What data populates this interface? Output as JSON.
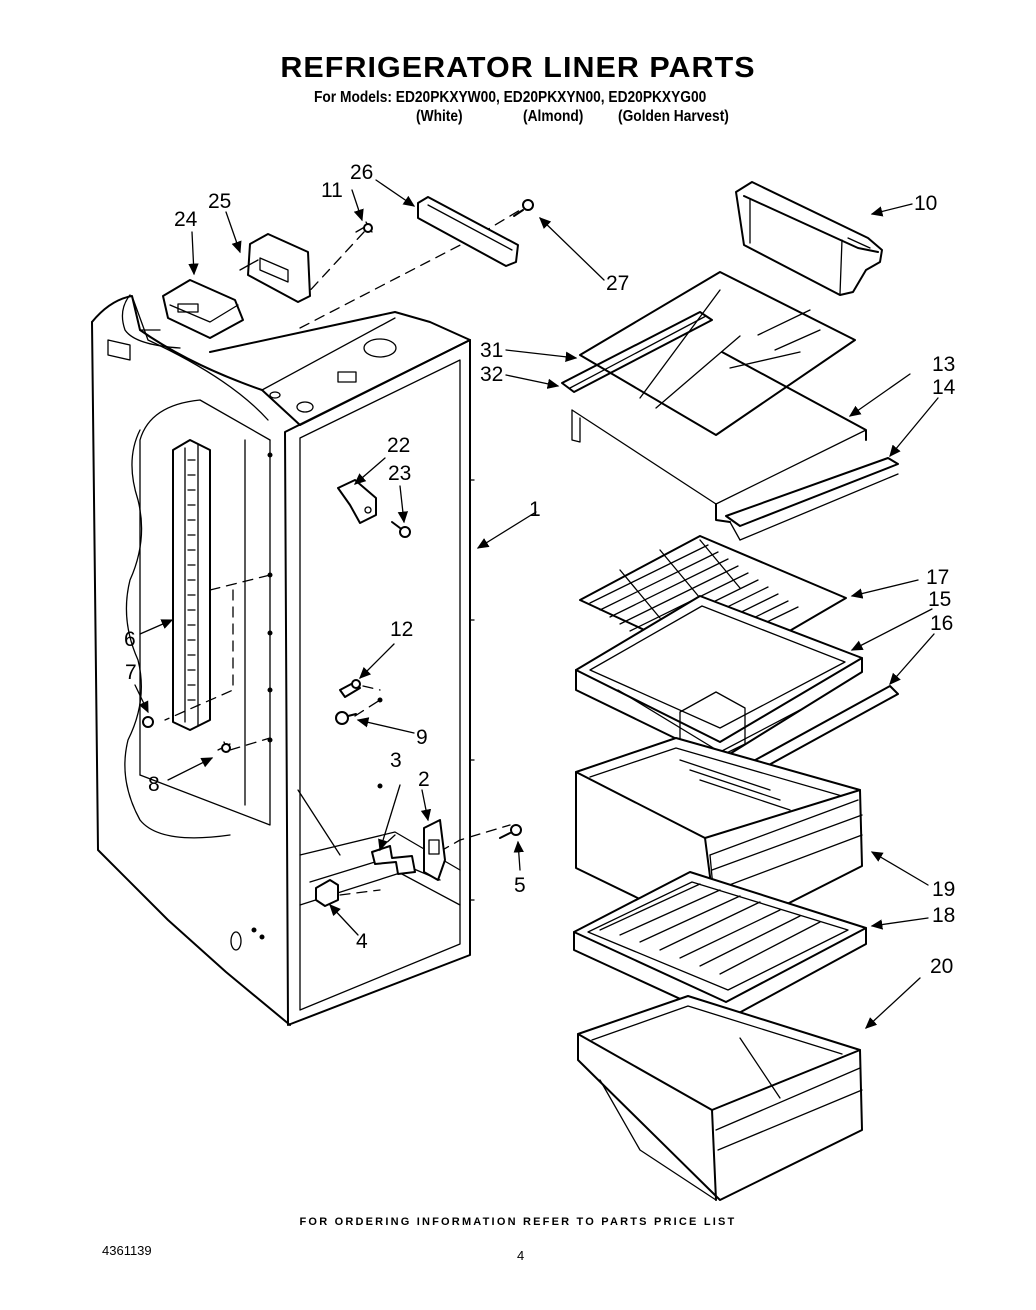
{
  "header": {
    "title": "REFRIGERATOR LINER PARTS",
    "models_line": "For Models: ED20PKXYW00, ED20PKXYN00, ED20PKXYG00",
    "colors": [
      "(White)",
      "(Almond)",
      "(Golden Harvest)"
    ]
  },
  "callouts": {
    "c1": "1",
    "c2": "2",
    "c3": "3",
    "c4": "4",
    "c5": "5",
    "c6": "6",
    "c7": "7",
    "c8": "8",
    "c9": "9",
    "c10": "10",
    "c11": "11",
    "c12": "12",
    "c13": "13",
    "c14": "14",
    "c15": "15",
    "c16": "16",
    "c17": "17",
    "c18": "18",
    "c19": "19",
    "c20": "20",
    "c22": "22",
    "c23": "23",
    "c24": "24",
    "c25": "25",
    "c26": "26",
    "c27": "27",
    "c31": "31",
    "c32": "32"
  },
  "footer": {
    "ordering_note": "FOR ORDERING INFORMATION REFER TO PARTS PRICE LIST",
    "document_number": "4361139",
    "page_number": "4"
  }
}
